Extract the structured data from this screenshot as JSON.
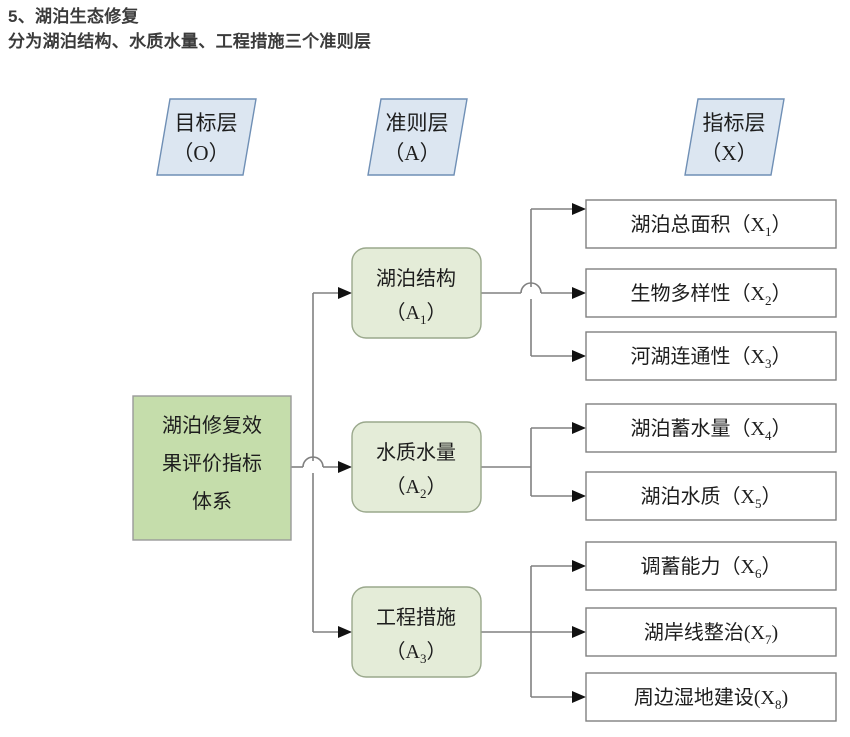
{
  "heading": {
    "line1": "5、湖泊生态修复",
    "line2": "分为湖泊结构、水质水量、工程措施三个准则层"
  },
  "colors": {
    "parallelogram_fill": "#dce6f1",
    "parallelogram_stroke": "#6f8fb5",
    "goal_fill": "#c5ddab",
    "goal_stroke": "#9a9a9a",
    "criteria_fill": "#e4ecd8",
    "criteria_stroke": "#9aa88c",
    "indicator_fill": "#ffffff",
    "indicator_stroke": "#808080",
    "connector": "#808080",
    "arrow": "#111111",
    "heading_text": "#3b3b3b",
    "box_text": "#1d1d1d"
  },
  "layer_headers": [
    {
      "name": "goal-layer-header",
      "title": "目标层",
      "code": "（O）"
    },
    {
      "name": "criteria-layer-header",
      "title": "准则层",
      "code": "（A）"
    },
    {
      "name": "indicator-layer-header",
      "title": "指标层",
      "code": "（X）"
    }
  ],
  "goal": {
    "name": "goal-box",
    "lines": [
      "湖泊修复效",
      "果评价指标",
      "体系"
    ]
  },
  "criteria": [
    {
      "name": "criteria-box-a1",
      "title": "湖泊结构",
      "code": "（A",
      "sub": "1",
      "code_end": "）"
    },
    {
      "name": "criteria-box-a2",
      "title": "水质水量",
      "code": "（A",
      "sub": "2",
      "code_end": "）"
    },
    {
      "name": "criteria-box-a3",
      "title": "工程措施",
      "code": "（A",
      "sub": "3",
      "code_end": "）"
    }
  ],
  "indicators": [
    {
      "name": "indicator-box-x1",
      "label": "湖泊总面积（X",
      "sub": "1",
      "label_end": "）",
      "parent": "A1"
    },
    {
      "name": "indicator-box-x2",
      "label": "生物多样性（X",
      "sub": "2",
      "label_end": "）",
      "parent": "A1"
    },
    {
      "name": "indicator-box-x3",
      "label": "河湖连通性（X",
      "sub": "3",
      "label_end": "）",
      "parent": "A1"
    },
    {
      "name": "indicator-box-x4",
      "label": "湖泊蓄水量（X",
      "sub": "4",
      "label_end": "）",
      "parent": "A2"
    },
    {
      "name": "indicator-box-x5",
      "label": "湖泊水质（X",
      "sub": "5",
      "label_end": "）",
      "parent": "A2"
    },
    {
      "name": "indicator-box-x6",
      "label": "调蓄能力（X",
      "sub": "6",
      "label_end": "）",
      "parent": "A3"
    },
    {
      "name": "indicator-box-x7",
      "label": "湖岸线整治(X",
      "sub": "7",
      "label_end": ")",
      "parent": "A3"
    },
    {
      "name": "indicator-box-x8",
      "label": "周边湿地建设(X",
      "sub": "8",
      "label_end": ")",
      "parent": "A3"
    }
  ]
}
